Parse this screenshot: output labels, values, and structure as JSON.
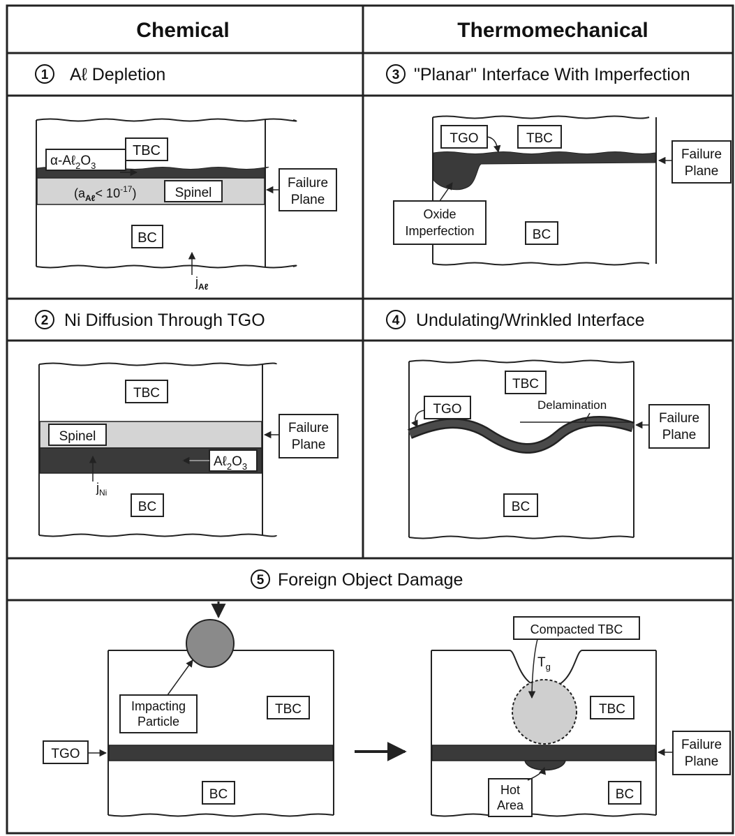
{
  "headers": {
    "chemical": "Chemical",
    "thermomechanical": "Thermomechanical"
  },
  "panels": {
    "p1": {
      "number": "1",
      "title": "Aℓ Depletion",
      "tbc": "TBC",
      "bc": "BC",
      "spinel": "Spinel",
      "alpha_pre": "α-Aℓ",
      "alpha_sub1": "2",
      "alpha_mid": "O",
      "alpha_sub2": "3",
      "activity_a": "(a",
      "activity_sub": "Aℓ",
      "activity_rest": "< 10",
      "activity_exp": "-17",
      "activity_close": ")",
      "failure_1": "Failure",
      "failure_2": "Plane",
      "flux_j": "j",
      "flux_sub": "Aℓ"
    },
    "p2": {
      "number": "2",
      "title": "Ni Diffusion Through TGO",
      "tbc": "TBC",
      "bc": "BC",
      "spinel": "Spinel",
      "oxide_pre": "Aℓ",
      "oxide_sub1": "2",
      "oxide_mid": "O",
      "oxide_sub2": "3",
      "failure_1": "Failure",
      "failure_2": "Plane",
      "flux_j": "j",
      "flux_sub": "Ni"
    },
    "p3": {
      "number": "3",
      "title": "\"Planar\" Interface With Imperfection",
      "tgo": "TGO",
      "tbc": "TBC",
      "bc": "BC",
      "oxide_1": "Oxide",
      "oxide_2": "Imperfection",
      "failure_1": "Failure",
      "failure_2": "Plane"
    },
    "p4": {
      "number": "4",
      "title": "Undulating/Wrinkled Interface",
      "tbc": "TBC",
      "tgo": "TGO",
      "bc": "BC",
      "delamination": "Delamination",
      "failure_1": "Failure",
      "failure_2": "Plane"
    },
    "p5": {
      "number": "5",
      "title": "Foreign Object Damage",
      "impacting_1": "Impacting",
      "impacting_2": "Particle",
      "tbc_left": "TBC",
      "bc_left": "BC",
      "tgo": "TGO",
      "compacted": "Compacted TBC",
      "tg_t": "T",
      "tg_sub": "g",
      "tbc_right": "TBC",
      "bc_right": "BC",
      "hot_1": "Hot",
      "hot_2": "Area",
      "failure_1": "Failure",
      "failure_2": "Plane"
    }
  },
  "colors": {
    "tgo": "#3a3a3a",
    "spinel": "#d4d4d4",
    "particle": "#8a8a8a",
    "compacted": "#cfcfcf",
    "line": "#222222"
  }
}
